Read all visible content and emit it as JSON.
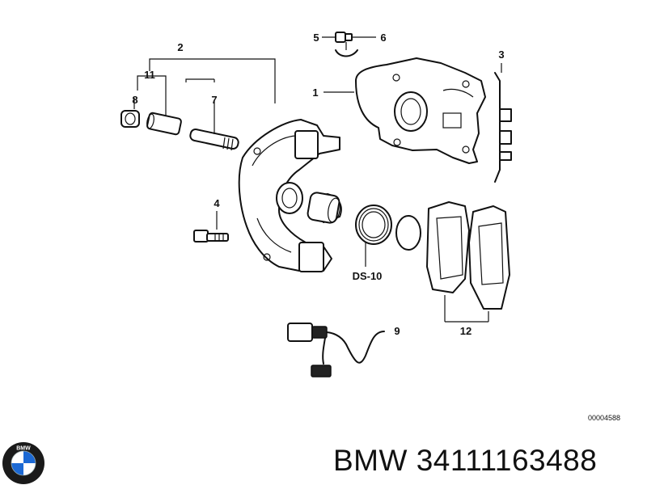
{
  "callouts": {
    "c1": "1",
    "c2": "2",
    "c3": "3",
    "c4": "4",
    "c5": "5",
    "c6": "6",
    "c7": "7",
    "c8": "8",
    "c9": "9",
    "c11": "11",
    "c12": "12",
    "ds10": "DS-10"
  },
  "drawing_code": "00004588",
  "caption": {
    "brand": "BMW",
    "part_number": "34111163488"
  },
  "logo": {
    "letters": "BMW",
    "colors": {
      "ring": "#1a1a1a",
      "blue": "#1c69d4",
      "white": "#ffffff"
    }
  }
}
